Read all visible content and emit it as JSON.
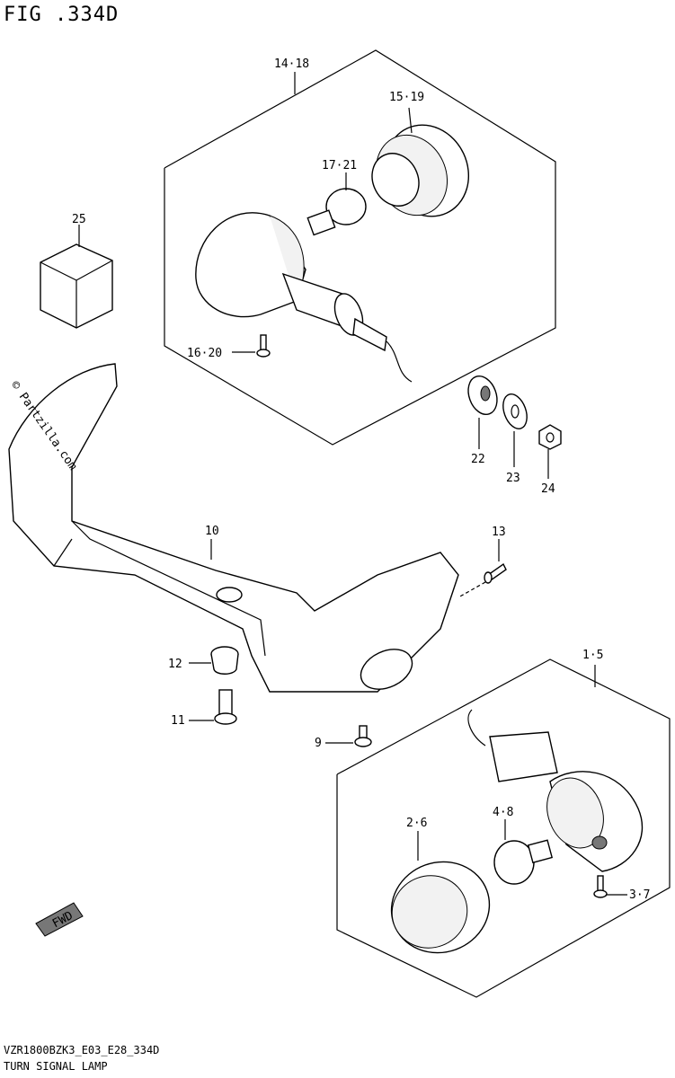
{
  "figure": {
    "title": "FIG .334D"
  },
  "footer": {
    "model_code": "VZR1800BZK3_E03_E28_334D",
    "section_name": "TURN SIGNAL LAMP"
  },
  "watermark": "© Partzilla.com",
  "fwd_badge": "FWD",
  "callouts": {
    "c14_18": "14·18",
    "c15_19": "15·19",
    "c17_21": "17·21",
    "c16_20": "16·20",
    "c25": "25",
    "c22": "22",
    "c23": "23",
    "c24": "24",
    "c10": "10",
    "c13": "13",
    "c12": "12",
    "c11": "11",
    "c9": "9",
    "c1_5": "1·5",
    "c2_6": "2·6",
    "c4_8": "4·8",
    "c3_7": "3·7"
  }
}
